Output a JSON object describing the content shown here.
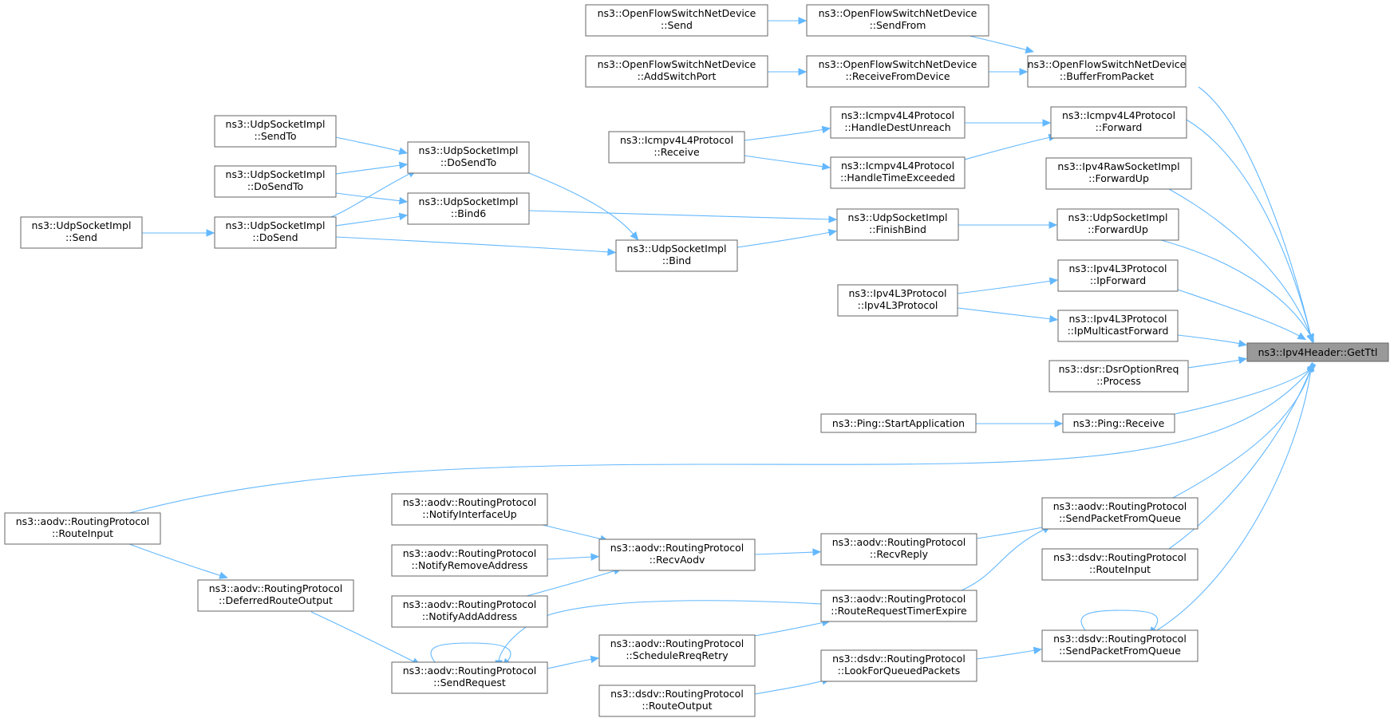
{
  "graph": {
    "title": "ns3::Ipv4Header::GetTtl",
    "edge_color": "#63b8ff",
    "nodes": [
      {
        "id": "root",
        "lines": [
          "ns3::Ipv4Header::GetTtl"
        ],
        "root": true
      },
      {
        "id": "ofsn_send",
        "lines": [
          "ns3::OpenFlowSwitchNetDevice",
          "::Send"
        ]
      },
      {
        "id": "ofsn_sendfrom",
        "lines": [
          "ns3::OpenFlowSwitchNetDevice",
          "::SendFrom"
        ]
      },
      {
        "id": "ofsn_addport",
        "lines": [
          "ns3::OpenFlowSwitchNetDevice",
          "::AddSwitchPort"
        ]
      },
      {
        "id": "ofsn_recv",
        "lines": [
          "ns3::OpenFlowSwitchNetDevice",
          "::ReceiveFromDevice"
        ]
      },
      {
        "id": "ofsn_buffer",
        "lines": [
          "ns3::OpenFlowSwitchNetDevice",
          "::BufferFromPacket"
        ]
      },
      {
        "id": "icmp_recv",
        "lines": [
          "ns3::Icmpv4L4Protocol",
          "::Receive"
        ]
      },
      {
        "id": "icmp_hdu",
        "lines": [
          "ns3::Icmpv4L4Protocol",
          "::HandleDestUnreach"
        ]
      },
      {
        "id": "icmp_hte",
        "lines": [
          "ns3::Icmpv4L4Protocol",
          "::HandleTimeExceeded"
        ]
      },
      {
        "id": "icmp_fwd",
        "lines": [
          "ns3::Icmpv4L4Protocol",
          "::Forward"
        ]
      },
      {
        "id": "raw_fwdup",
        "lines": [
          "ns3::Ipv4RawSocketImpl",
          "::ForwardUp"
        ]
      },
      {
        "id": "udp_sendto",
        "lines": [
          "ns3::UdpSocketImpl",
          "::SendTo"
        ]
      },
      {
        "id": "udp_dosendto_l",
        "lines": [
          "ns3::UdpSocketImpl",
          "::DoSendTo"
        ]
      },
      {
        "id": "udp_send",
        "lines": [
          "ns3::UdpSocketImpl",
          "::Send"
        ]
      },
      {
        "id": "udp_dosend",
        "lines": [
          "ns3::UdpSocketImpl",
          "::DoSend"
        ]
      },
      {
        "id": "udp_dosendto_m",
        "lines": [
          "ns3::UdpSocketImpl",
          "::DoSendTo"
        ]
      },
      {
        "id": "udp_bind6",
        "lines": [
          "ns3::UdpSocketImpl",
          "::Bind6"
        ]
      },
      {
        "id": "udp_bind",
        "lines": [
          "ns3::UdpSocketImpl",
          "::Bind"
        ]
      },
      {
        "id": "udp_finishbind",
        "lines": [
          "ns3::UdpSocketImpl",
          "::FinishBind"
        ]
      },
      {
        "id": "udp_fwdup",
        "lines": [
          "ns3::UdpSocketImpl",
          "::ForwardUp"
        ]
      },
      {
        "id": "ipv4l3_ctor",
        "lines": [
          "ns3::Ipv4L3Protocol",
          "::Ipv4L3Protocol"
        ]
      },
      {
        "id": "ipv4l3_ipfwd",
        "lines": [
          "ns3::Ipv4L3Protocol",
          "::IpForward"
        ]
      },
      {
        "id": "ipv4l3_mcast",
        "lines": [
          "ns3::Ipv4L3Protocol",
          "::IpMulticastForward"
        ]
      },
      {
        "id": "dsr_process",
        "lines": [
          "ns3::dsr::DsrOptionRreq",
          "::Process"
        ]
      },
      {
        "id": "ping_start",
        "lines": [
          "ns3::Ping::StartApplication"
        ]
      },
      {
        "id": "ping_recv",
        "lines": [
          "ns3::Ping::Receive"
        ]
      },
      {
        "id": "aodv_routeinput",
        "lines": [
          "ns3::aodv::RoutingProtocol",
          "::RouteInput"
        ]
      },
      {
        "id": "aodv_notifyup",
        "lines": [
          "ns3::aodv::RoutingProtocol",
          "::NotifyInterfaceUp"
        ]
      },
      {
        "id": "aodv_notifyrem",
        "lines": [
          "ns3::aodv::RoutingProtocol",
          "::NotifyRemoveAddress"
        ]
      },
      {
        "id": "aodv_notifyadd",
        "lines": [
          "ns3::aodv::RoutingProtocol",
          "::NotifyAddAddress"
        ]
      },
      {
        "id": "aodv_recvaodv",
        "lines": [
          "ns3::aodv::RoutingProtocol",
          "::RecvAodv"
        ]
      },
      {
        "id": "aodv_recvreply",
        "lines": [
          "ns3::aodv::RoutingProtocol",
          "::RecvReply"
        ]
      },
      {
        "id": "aodv_sendq",
        "lines": [
          "ns3::aodv::RoutingProtocol",
          "::SendPacketFromQueue"
        ]
      },
      {
        "id": "aodv_deferred",
        "lines": [
          "ns3::aodv::RoutingProtocol",
          "::DeferredRouteOutput"
        ]
      },
      {
        "id": "aodv_rrte",
        "lines": [
          "ns3::aodv::RoutingProtocol",
          "::RouteRequestTimerExpire"
        ]
      },
      {
        "id": "aodv_sched",
        "lines": [
          "ns3::aodv::RoutingProtocol",
          "::ScheduleRreqRetry"
        ]
      },
      {
        "id": "aodv_sendreq",
        "lines": [
          "ns3::aodv::RoutingProtocol",
          "::SendRequest"
        ]
      },
      {
        "id": "dsdv_routeinput",
        "lines": [
          "ns3::dsdv::RoutingProtocol",
          "::RouteInput"
        ]
      },
      {
        "id": "dsdv_sendq",
        "lines": [
          "ns3::dsdv::RoutingProtocol",
          "::SendPacketFromQueue"
        ]
      },
      {
        "id": "dsdv_lfqp",
        "lines": [
          "ns3::dsdv::RoutingProtocol",
          "::LookForQueuedPackets"
        ]
      },
      {
        "id": "dsdv_routeout",
        "lines": [
          "ns3::dsdv::RoutingProtocol",
          "::RouteOutput"
        ]
      }
    ],
    "edges": [
      [
        "ofsn_send",
        "ofsn_sendfrom"
      ],
      [
        "ofsn_sendfrom",
        "ofsn_buffer"
      ],
      [
        "ofsn_addport",
        "ofsn_recv"
      ],
      [
        "ofsn_recv",
        "ofsn_buffer"
      ],
      [
        "ofsn_buffer",
        "root"
      ],
      [
        "icmp_recv",
        "icmp_hdu"
      ],
      [
        "icmp_recv",
        "icmp_hte"
      ],
      [
        "icmp_hdu",
        "icmp_fwd"
      ],
      [
        "icmp_hte",
        "icmp_fwd"
      ],
      [
        "icmp_fwd",
        "root"
      ],
      [
        "raw_fwdup",
        "root"
      ],
      [
        "udp_sendto",
        "udp_dosendto_m"
      ],
      [
        "udp_dosendto_l",
        "udp_dosendto_m"
      ],
      [
        "udp_dosendto_l",
        "udp_bind6"
      ],
      [
        "udp_send",
        "udp_dosend"
      ],
      [
        "udp_dosend",
        "udp_dosendto_m"
      ],
      [
        "udp_dosend",
        "udp_bind6"
      ],
      [
        "udp_dosend",
        "udp_bind"
      ],
      [
        "udp_dosendto_m",
        "udp_bind"
      ],
      [
        "udp_bind6",
        "udp_finishbind"
      ],
      [
        "udp_bind",
        "udp_finishbind"
      ],
      [
        "udp_finishbind",
        "udp_fwdup"
      ],
      [
        "udp_fwdup",
        "root"
      ],
      [
        "ipv4l3_ctor",
        "ipv4l3_ipfwd"
      ],
      [
        "ipv4l3_ctor",
        "ipv4l3_mcast"
      ],
      [
        "ipv4l3_ipfwd",
        "root"
      ],
      [
        "ipv4l3_mcast",
        "root"
      ],
      [
        "dsr_process",
        "root"
      ],
      [
        "ping_start",
        "ping_recv"
      ],
      [
        "ping_recv",
        "root"
      ],
      [
        "aodv_routeinput",
        "root"
      ],
      [
        "aodv_routeinput",
        "aodv_deferred"
      ],
      [
        "aodv_notifyup",
        "aodv_recvaodv"
      ],
      [
        "aodv_notifyrem",
        "aodv_recvaodv"
      ],
      [
        "aodv_notifyadd",
        "aodv_recvaodv"
      ],
      [
        "aodv_recvaodv",
        "aodv_recvreply"
      ],
      [
        "aodv_recvreply",
        "aodv_sendq"
      ],
      [
        "aodv_rrte",
        "aodv_sendq"
      ],
      [
        "aodv_sendq",
        "root"
      ],
      [
        "aodv_deferred",
        "aodv_sendreq"
      ],
      [
        "aodv_rrte",
        "aodv_sendreq"
      ],
      [
        "aodv_sched",
        "aodv_rrte"
      ],
      [
        "aodv_sendreq",
        "aodv_sched"
      ],
      [
        "aodv_sendreq",
        "aodv_sendreq"
      ],
      [
        "dsdv_routeinput",
        "root"
      ],
      [
        "dsdv_sendq",
        "root"
      ],
      [
        "dsdv_sendq",
        "dsdv_sendq"
      ],
      [
        "dsdv_lfqp",
        "dsdv_sendq"
      ],
      [
        "dsdv_routeout",
        "dsdv_lfqp"
      ]
    ]
  }
}
